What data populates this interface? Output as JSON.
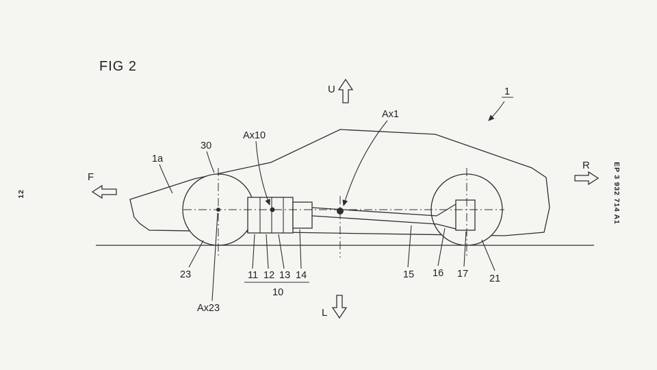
{
  "figure": {
    "title": "FIG 2",
    "sheet_number": "12",
    "publication_number": "EP 3 932 714 A1"
  },
  "directions": {
    "up": "U",
    "down": "L",
    "front": "F",
    "rear": "R"
  },
  "refs": {
    "r1": "1",
    "r1a": "1a",
    "r30": "30",
    "ax10": "Ax10",
    "ax1": "Ax1",
    "r23": "23",
    "ax23": "Ax23",
    "r11": "11",
    "r12": "12",
    "r13": "13",
    "r14": "14",
    "r10": "10",
    "r15": "15",
    "r16": "16",
    "r17": "17",
    "r21": "21"
  },
  "colors": {
    "line": "#2e2e2e",
    "background": "#f5f5f2"
  }
}
